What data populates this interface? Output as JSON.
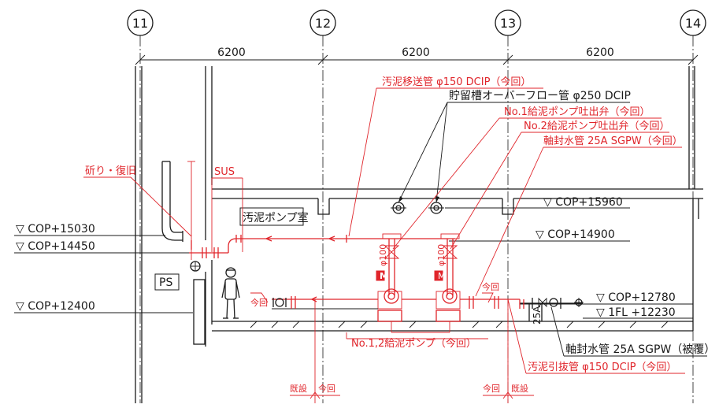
{
  "grid": {
    "g11": "11",
    "g12": "12",
    "g13": "13",
    "g14": "14",
    "span_1": "6200",
    "span_2": "6200",
    "span_3": "6200"
  },
  "levels": {
    "l15960": "▽ COP+15960",
    "l15030": "▽ COP+15030",
    "l14900": "▽ COP+14900",
    "l14450": "▽ COP+14450",
    "l12780": "▽ COP+12780",
    "l12400": "▽ COP+12400",
    "l1fl": "▽ 1FL +12230"
  },
  "labels": {
    "sludge_transfer": "汚泥移送管 φ150 DCIP（今回）",
    "overflow": "貯留槽オーバーフロー管 φ250 DCIP",
    "valve_no1": "No.1給泥ポンプ吐出弁（今回）",
    "valve_no2": "No.2給泥ポンプ吐出弁（今回）",
    "seal_water_top": "軸封水管 25A SGPW（今回）",
    "cut_restore": "斫り・復旧",
    "sus": "SUS",
    "room": "汚泥ポンプ室",
    "ps": "PS",
    "d100a": "φ100",
    "d100b": "φ100",
    "m1": "M",
    "m2": "M",
    "konkai_left": "今回",
    "konkai_right": "今回",
    "pumps": "No.1,2給泥ポンプ（今回）",
    "d25a": "25A",
    "seal_water_bottom": "軸封水管 25A SGPW（被覆）",
    "drawout": "汚泥引抜管 φ150 DCIP（今回）",
    "kisetsu_left": "既設",
    "konkai_bl": "今回",
    "konkai_br": "今回",
    "kisetsu_right": "既設"
  },
  "colors": {
    "line": "#1a1a1a",
    "new_work": "#e0252b"
  }
}
